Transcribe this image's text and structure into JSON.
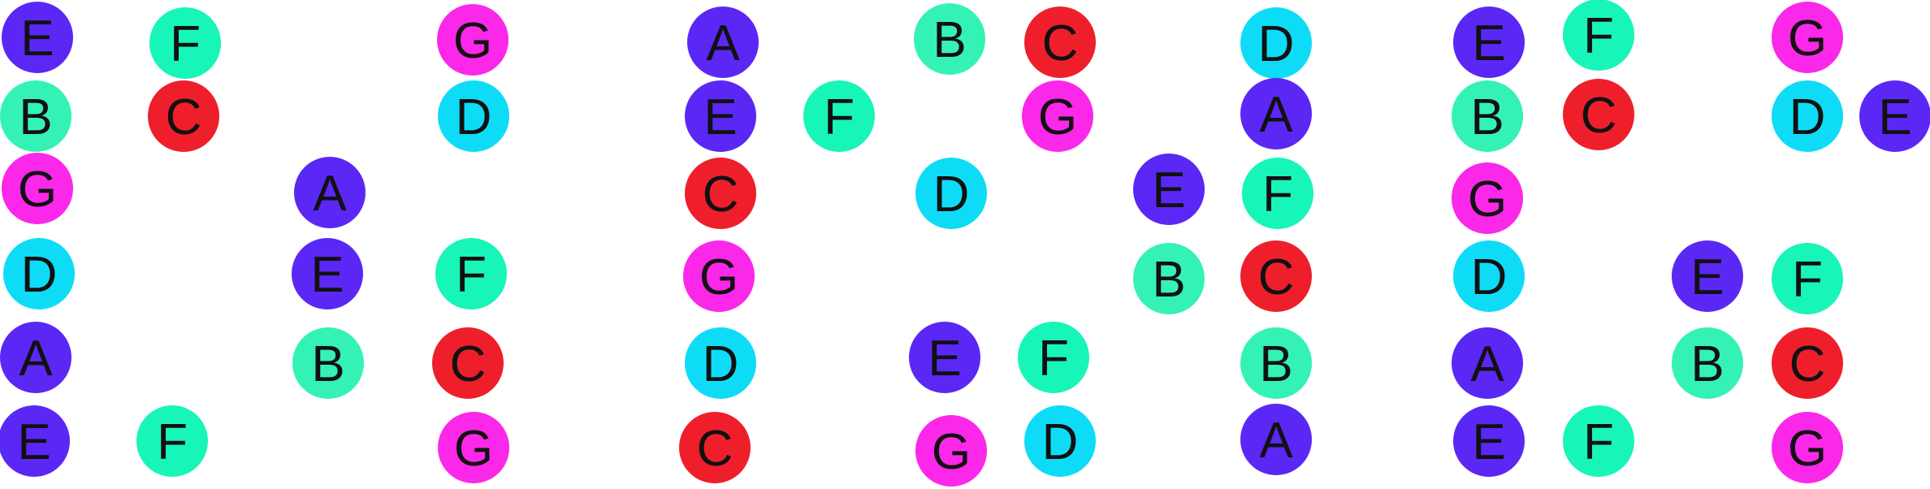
{
  "colors": {
    "A": "#5b27f5",
    "B": "#34f2b5",
    "C": "#ee1f2b",
    "D": "#0edcf7",
    "E": "#5b27f5",
    "F": "#18f5b8",
    "G": "#fb27e9"
  },
  "notes": [
    "E",
    "F",
    "G",
    "B",
    "C",
    "D",
    "G",
    "A",
    "D",
    "E",
    "F",
    "A",
    "B",
    "C",
    "E",
    "F",
    "G",
    "A",
    "B",
    "C",
    "D",
    "E",
    "F",
    "G",
    "A",
    "C",
    "D",
    "E",
    "F",
    "G",
    "B",
    "C",
    "D",
    "E",
    "F",
    "B",
    "C",
    "G",
    "D",
    "A",
    "E",
    "F",
    "G",
    "B",
    "C",
    "D",
    "E",
    "G",
    "D",
    "E",
    "F",
    "A",
    "B",
    "C",
    "E",
    "F",
    "G"
  ]
}
